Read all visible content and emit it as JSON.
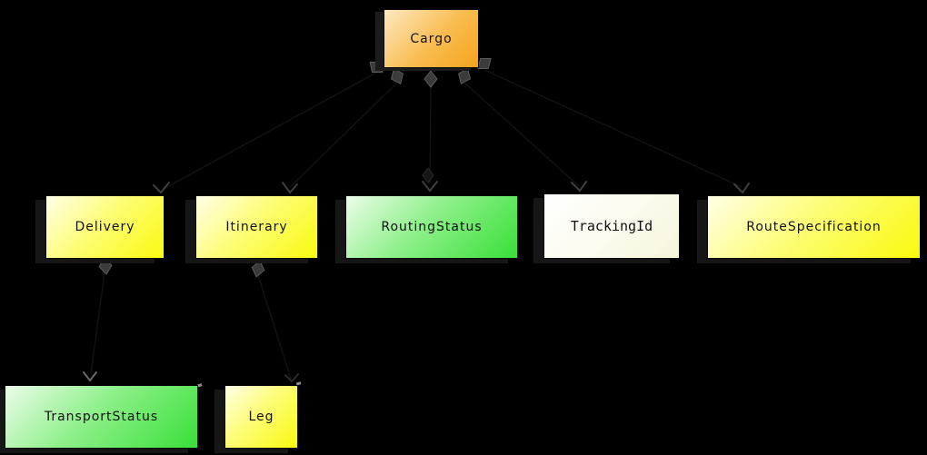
{
  "diagram": {
    "type": "uml-class-diagram",
    "background_color": "#000000",
    "nodes": [
      {
        "id": "cargo",
        "label": "Cargo",
        "fill": "#f5a41d",
        "fill_style": "orange-gradient"
      },
      {
        "id": "delivery",
        "label": "Delivery",
        "fill": "#f9f90e",
        "fill_style": "yellow-gradient"
      },
      {
        "id": "itinerary",
        "label": "Itinerary",
        "fill": "#f9f90e",
        "fill_style": "yellow-gradient"
      },
      {
        "id": "routing-status",
        "label": "RoutingStatus",
        "fill": "#39df39",
        "fill_style": "green-gradient"
      },
      {
        "id": "tracking-id",
        "label": "TrackingId",
        "fill": "#fbfbee",
        "fill_style": "ivory-gradient"
      },
      {
        "id": "route-specification",
        "label": "RouteSpecification",
        "fill": "#f9f90e",
        "fill_style": "yellow-gradient"
      },
      {
        "id": "transport-status",
        "label": "TransportStatus",
        "fill": "#39df39",
        "fill_style": "green-gradient"
      },
      {
        "id": "leg",
        "label": "Leg",
        "fill": "#f9f90e",
        "fill_style": "yellow-gradient"
      }
    ],
    "edges": [
      {
        "from": "Cargo",
        "to": "Delivery",
        "type": "composition",
        "source_marker": "filled-diamond",
        "target_marker": "open-arrow"
      },
      {
        "from": "Cargo",
        "to": "Itinerary",
        "type": "composition",
        "source_marker": "filled-diamond",
        "target_marker": "open-arrow"
      },
      {
        "from": "Cargo",
        "to": "RoutingStatus",
        "type": "composition",
        "source_marker": "filled-diamond",
        "target_marker": "open-arrow"
      },
      {
        "from": "Cargo",
        "to": "TrackingId",
        "type": "composition",
        "source_marker": "filled-diamond",
        "target_marker": "open-arrow"
      },
      {
        "from": "Cargo",
        "to": "RouteSpecification",
        "type": "composition",
        "source_marker": "filled-diamond",
        "target_marker": "open-arrow"
      },
      {
        "from": "Delivery",
        "to": "TransportStatus",
        "type": "composition",
        "source_marker": "filled-diamond",
        "target_marker": "open-arrow"
      },
      {
        "from": "Itinerary",
        "to": "Leg",
        "type": "composition",
        "source_marker": "filled-diamond",
        "target_marker": "open-arrow"
      }
    ],
    "colors": {
      "background": "#000000",
      "node_border": "#0a0a0a",
      "node_shadow": "#161616",
      "diamond_fill": "#3b3b3b",
      "diamond_stroke": "#5a5a5a",
      "arrowhead_stroke": "#3f3f3f",
      "edge_line": "#121212",
      "label_text": "#111111"
    }
  }
}
